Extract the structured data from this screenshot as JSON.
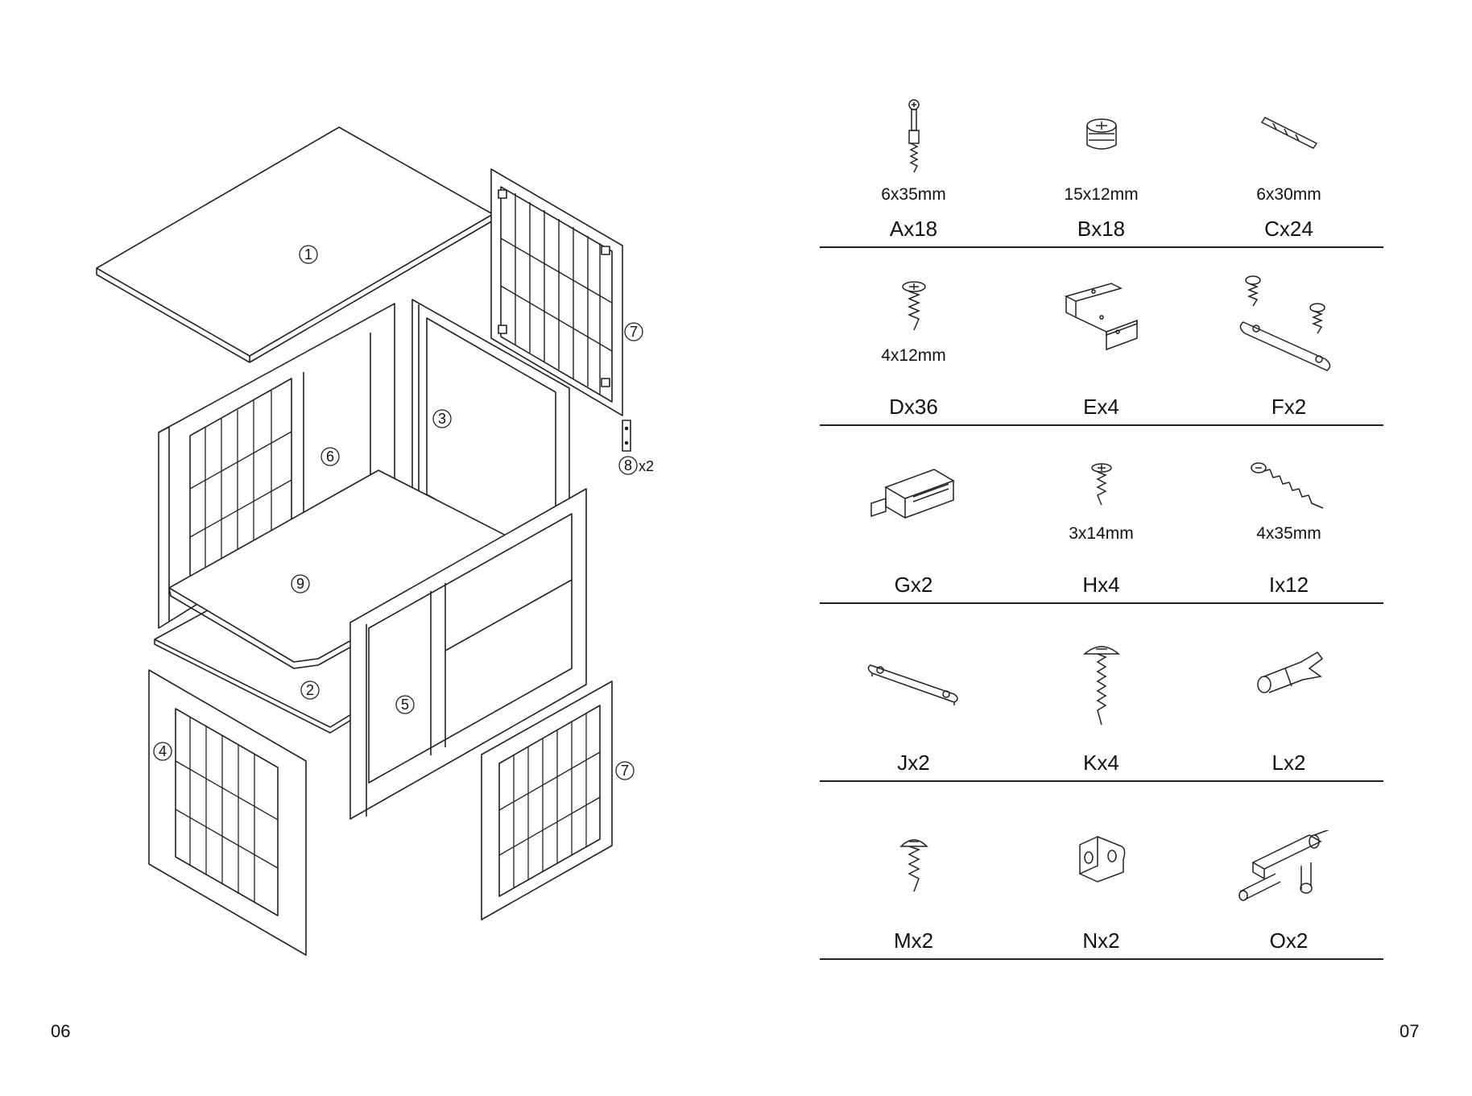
{
  "page_numbers": {
    "left": "06",
    "right": "07"
  },
  "part_callouts": [
    "1",
    "2",
    "3",
    "4",
    "5",
    "6",
    "7",
    "7",
    "8",
    "9"
  ],
  "part8_qty": "x2",
  "hardware": [
    [
      {
        "code": "Ax18",
        "size": "6x35mm",
        "icon": "cam-bolt-icon"
      },
      {
        "code": "Bx18",
        "size": "15x12mm",
        "icon": "cam-lock-icon"
      },
      {
        "code": "Cx24",
        "size": "6x30mm",
        "icon": "wood-dowel-icon"
      }
    ],
    [
      {
        "code": "Dx36",
        "size": "4x12mm",
        "icon": "short-screw-icon"
      },
      {
        "code": "Ex4",
        "size": "",
        "icon": "z-bracket-icon"
      },
      {
        "code": "Fx2",
        "size": "",
        "icon": "strap-with-screws-icon"
      }
    ],
    [
      {
        "code": "Gx2",
        "size": "",
        "icon": "magnetic-catch-icon"
      },
      {
        "code": "Hx4",
        "size": "3x14mm",
        "icon": "small-screw-icon"
      },
      {
        "code": "Ix12",
        "size": "4x35mm",
        "icon": "long-screw-icon"
      }
    ],
    [
      {
        "code": "Jx2",
        "size": "",
        "icon": "metal-strap-icon"
      },
      {
        "code": "Kx4",
        "size": "",
        "icon": "mushroom-screw-icon"
      },
      {
        "code": "Lx2",
        "size": "",
        "icon": "wall-anchor-icon"
      }
    ],
    [
      {
        "code": "Mx2",
        "size": "",
        "icon": "truss-screw-icon"
      },
      {
        "code": "Nx2",
        "size": "",
        "icon": "angle-bracket-icon"
      },
      {
        "code": "Ox2",
        "size": "",
        "icon": "barrel-bolt-icon"
      }
    ]
  ]
}
